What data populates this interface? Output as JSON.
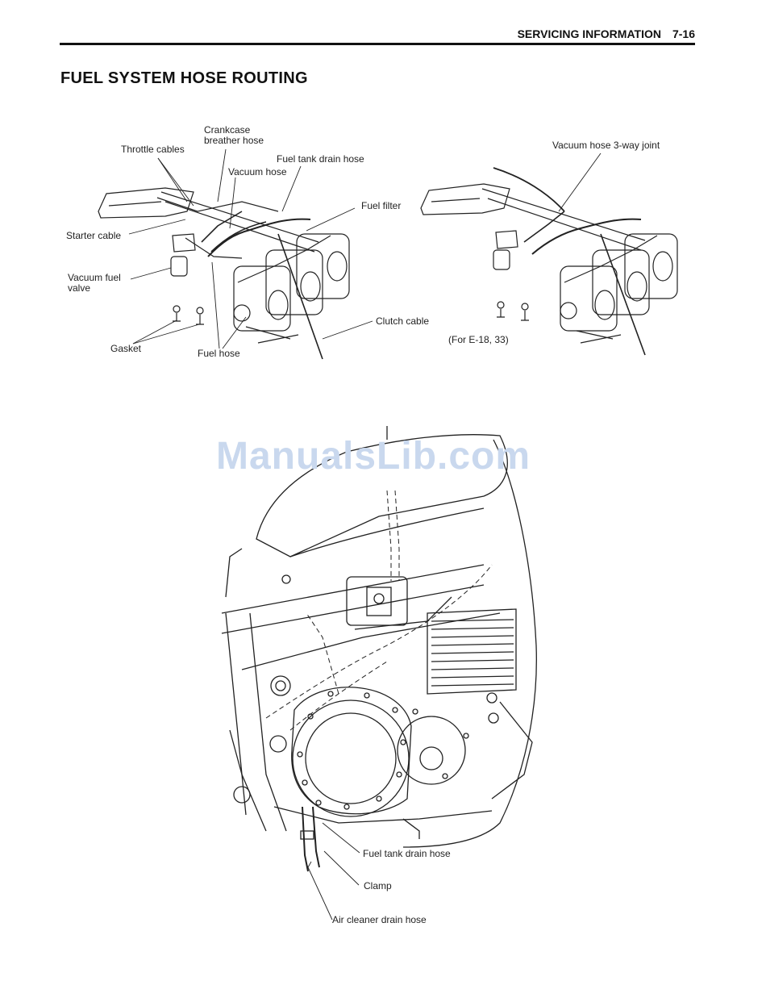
{
  "header": {
    "section": "SERVICING INFORMATION",
    "page_number": "7-16"
  },
  "page_title": "FUEL SYSTEM HOSE ROUTING",
  "figure_left": {
    "labels": {
      "crankcase_breather_hose": "Crankcase\nbreather hose",
      "throttle_cables": "Throttle cables",
      "fuel_tank_drain_hose": "Fuel tank drain hose",
      "vacuum_hose": "Vacuum hose",
      "fuel_filter": "Fuel filter",
      "starter_cable": "Starter cable",
      "vacuum_fuel_valve": "Vacuum fuel\nvalve",
      "clutch_cable": "Clutch cable",
      "gasket": "Gasket",
      "fuel_hose": "Fuel hose"
    }
  },
  "figure_right": {
    "labels": {
      "vacuum_hose_3way_joint": "Vacuum hose 3-way joint",
      "variant_note": "(For E-18, 33)"
    }
  },
  "figure_bottom": {
    "labels": {
      "fuel_tank_drain_hose": "Fuel tank drain hose",
      "clamp": "Clamp",
      "air_cleaner_drain_hose": "Air cleaner drain hose"
    }
  },
  "watermark": "ManualsLib.com"
}
